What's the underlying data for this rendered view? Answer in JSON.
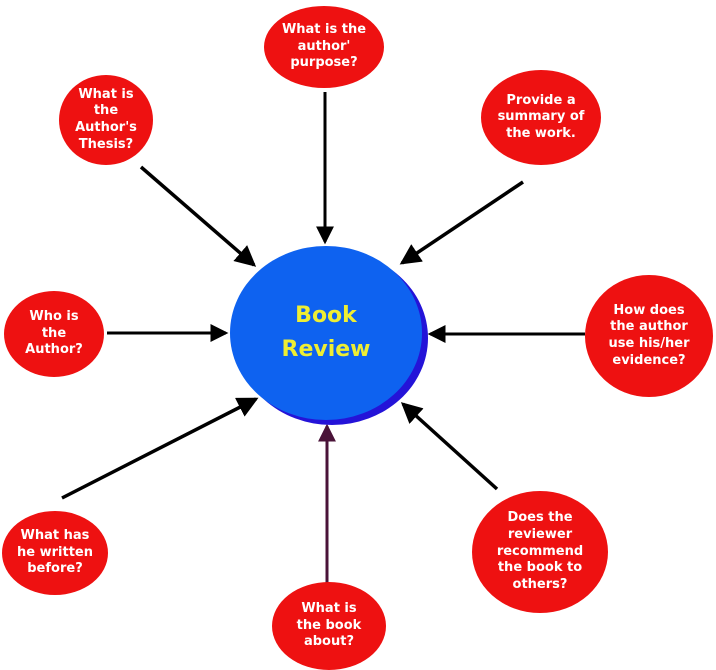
{
  "diagram": {
    "type": "mind-map",
    "center": {
      "label": "Book\nReview"
    },
    "nodes": [
      {
        "id": "author-purpose",
        "position": "top",
        "label": "What is the\nauthor'\npurpose?"
      },
      {
        "id": "authors-thesis",
        "position": "top-left",
        "label": "What is\nthe\nAuthor's\nThesis?"
      },
      {
        "id": "work-summary",
        "position": "top-right",
        "label": "Provide a\nsummary of\nthe work."
      },
      {
        "id": "who-is-author",
        "position": "left",
        "label": "Who is\nthe\nAuthor?"
      },
      {
        "id": "author-evidence",
        "position": "right",
        "label": "How does\nthe author\nuse his/her\nevidence?"
      },
      {
        "id": "written-before",
        "position": "bottom-left",
        "label": "What has\nhe written\nbefore?"
      },
      {
        "id": "recommendation",
        "position": "bottom-right",
        "label": "Does the\nreviewer\nrecommend\nthe book to\nothers?"
      },
      {
        "id": "book-about",
        "position": "bottom",
        "label": "What is\nthe book\nabout?"
      }
    ],
    "colors": {
      "node_fill": "#ee1111",
      "node_text": "#ffffff",
      "center_fill": "#0e62f0",
      "center_shadow": "#2413d8",
      "center_text": "#eeee33",
      "arrow_default": "#000000",
      "arrow_bottom": "#4a1338",
      "background": "#ffffff"
    }
  }
}
